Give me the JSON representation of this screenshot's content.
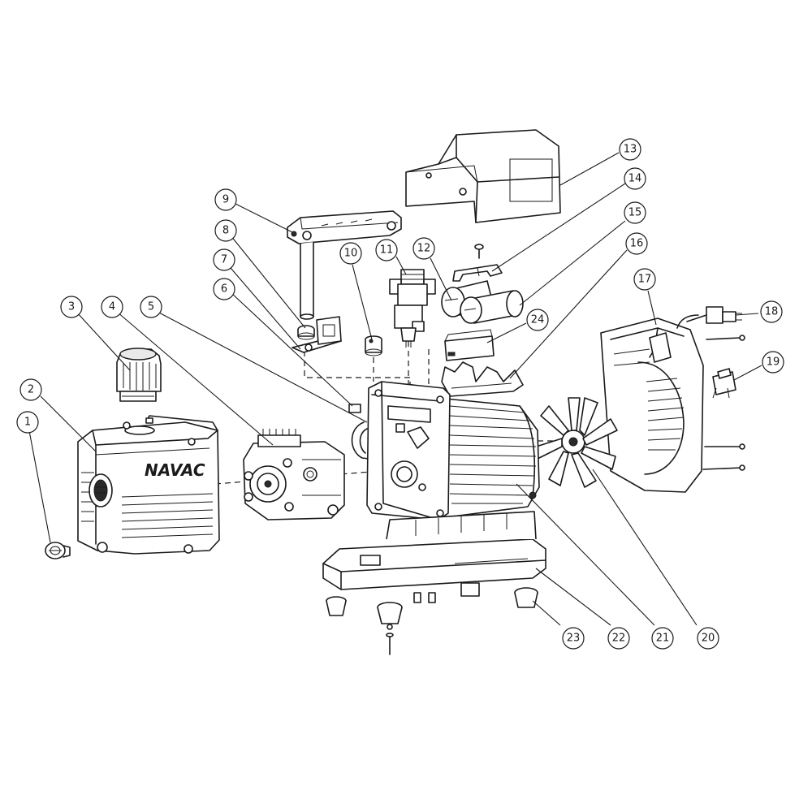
{
  "brand_logo": "NAVAC",
  "callouts": [
    {
      "num": "1"
    },
    {
      "num": "2"
    },
    {
      "num": "3"
    },
    {
      "num": "4"
    },
    {
      "num": "5"
    },
    {
      "num": "6"
    },
    {
      "num": "7"
    },
    {
      "num": "8"
    },
    {
      "num": "9"
    },
    {
      "num": "10"
    },
    {
      "num": "11"
    },
    {
      "num": "12"
    },
    {
      "num": "13"
    },
    {
      "num": "14"
    },
    {
      "num": "15"
    },
    {
      "num": "16"
    },
    {
      "num": "17"
    },
    {
      "num": "18"
    },
    {
      "num": "19"
    },
    {
      "num": "20"
    },
    {
      "num": "21"
    },
    {
      "num": "22"
    },
    {
      "num": "23"
    },
    {
      "num": "24"
    }
  ]
}
